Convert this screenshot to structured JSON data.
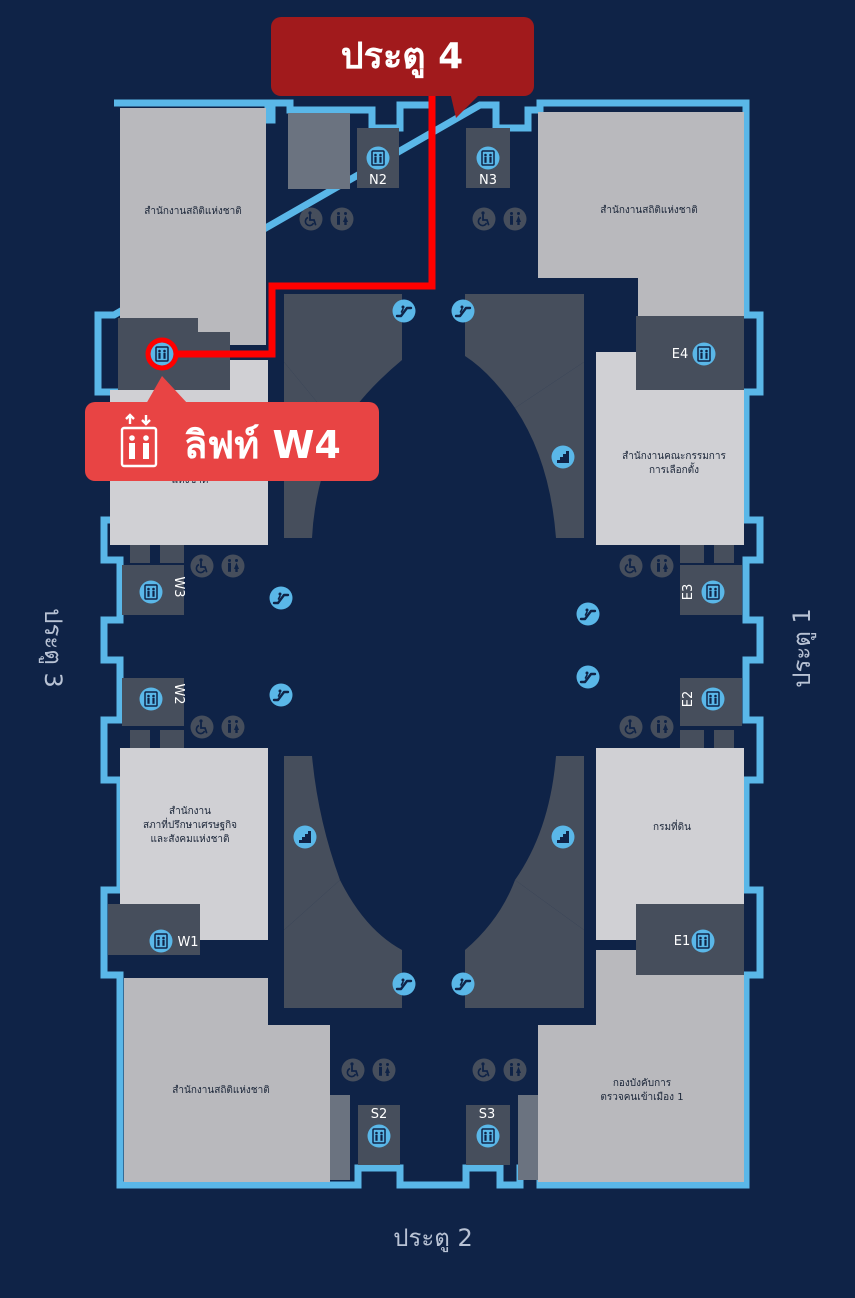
{
  "colors": {
    "background": "#0f2347",
    "floor_outline": "#5ab7e8",
    "office_block": "#b9b9bd",
    "service_block": "#464e5c",
    "icon_fill": "#5ab7e8",
    "route": "#ff0000",
    "gate_callout": "#a11a1c",
    "lift_callout": "#e84444"
  },
  "callouts": {
    "gate_top": "ประตู 4",
    "lift_w4": "ลิฟท์ W4",
    "lift_w4_icon": "elevator-icon"
  },
  "gates": {
    "right": "ประตู 1",
    "bottom": "ประตู 2",
    "left": "ประตู 3"
  },
  "elevators": {
    "n2": "N2",
    "n3": "N3",
    "e4": "E4",
    "e3": "E3",
    "e2": "E2",
    "e1": "E1",
    "w3": "W3",
    "w2": "W2",
    "w1": "W1",
    "s2": "S2",
    "s3": "S3"
  },
  "rooms": {
    "nw": "สำนักงานสถิติแห่งชาติ",
    "ne": "สำนักงานสถิติแห่งชาติ",
    "w_upper_partial": "แห่งชาติ",
    "e_upper": [
      "สำนักงานคณะกรรมการ",
      "การเลือกตั้ง"
    ],
    "w_lower": [
      "สำนักงาน",
      "สภาที่ปรึกษาเศรษฐกิจ",
      "และสังคมแห่งชาติ"
    ],
    "e_lower": "กรมที่ดิน",
    "sw": "สำนักงานสถิติแห่งชาติ",
    "se": [
      "กองบังคับการ",
      "ตรวจคนเข้าเมือง 1"
    ]
  },
  "icons": {
    "elevator": "elevator-icon",
    "escalator": "escalator-icon",
    "stairs": "stairs-icon",
    "wheelchair": "wheelchair-icon",
    "restroom": "restroom-icon"
  }
}
